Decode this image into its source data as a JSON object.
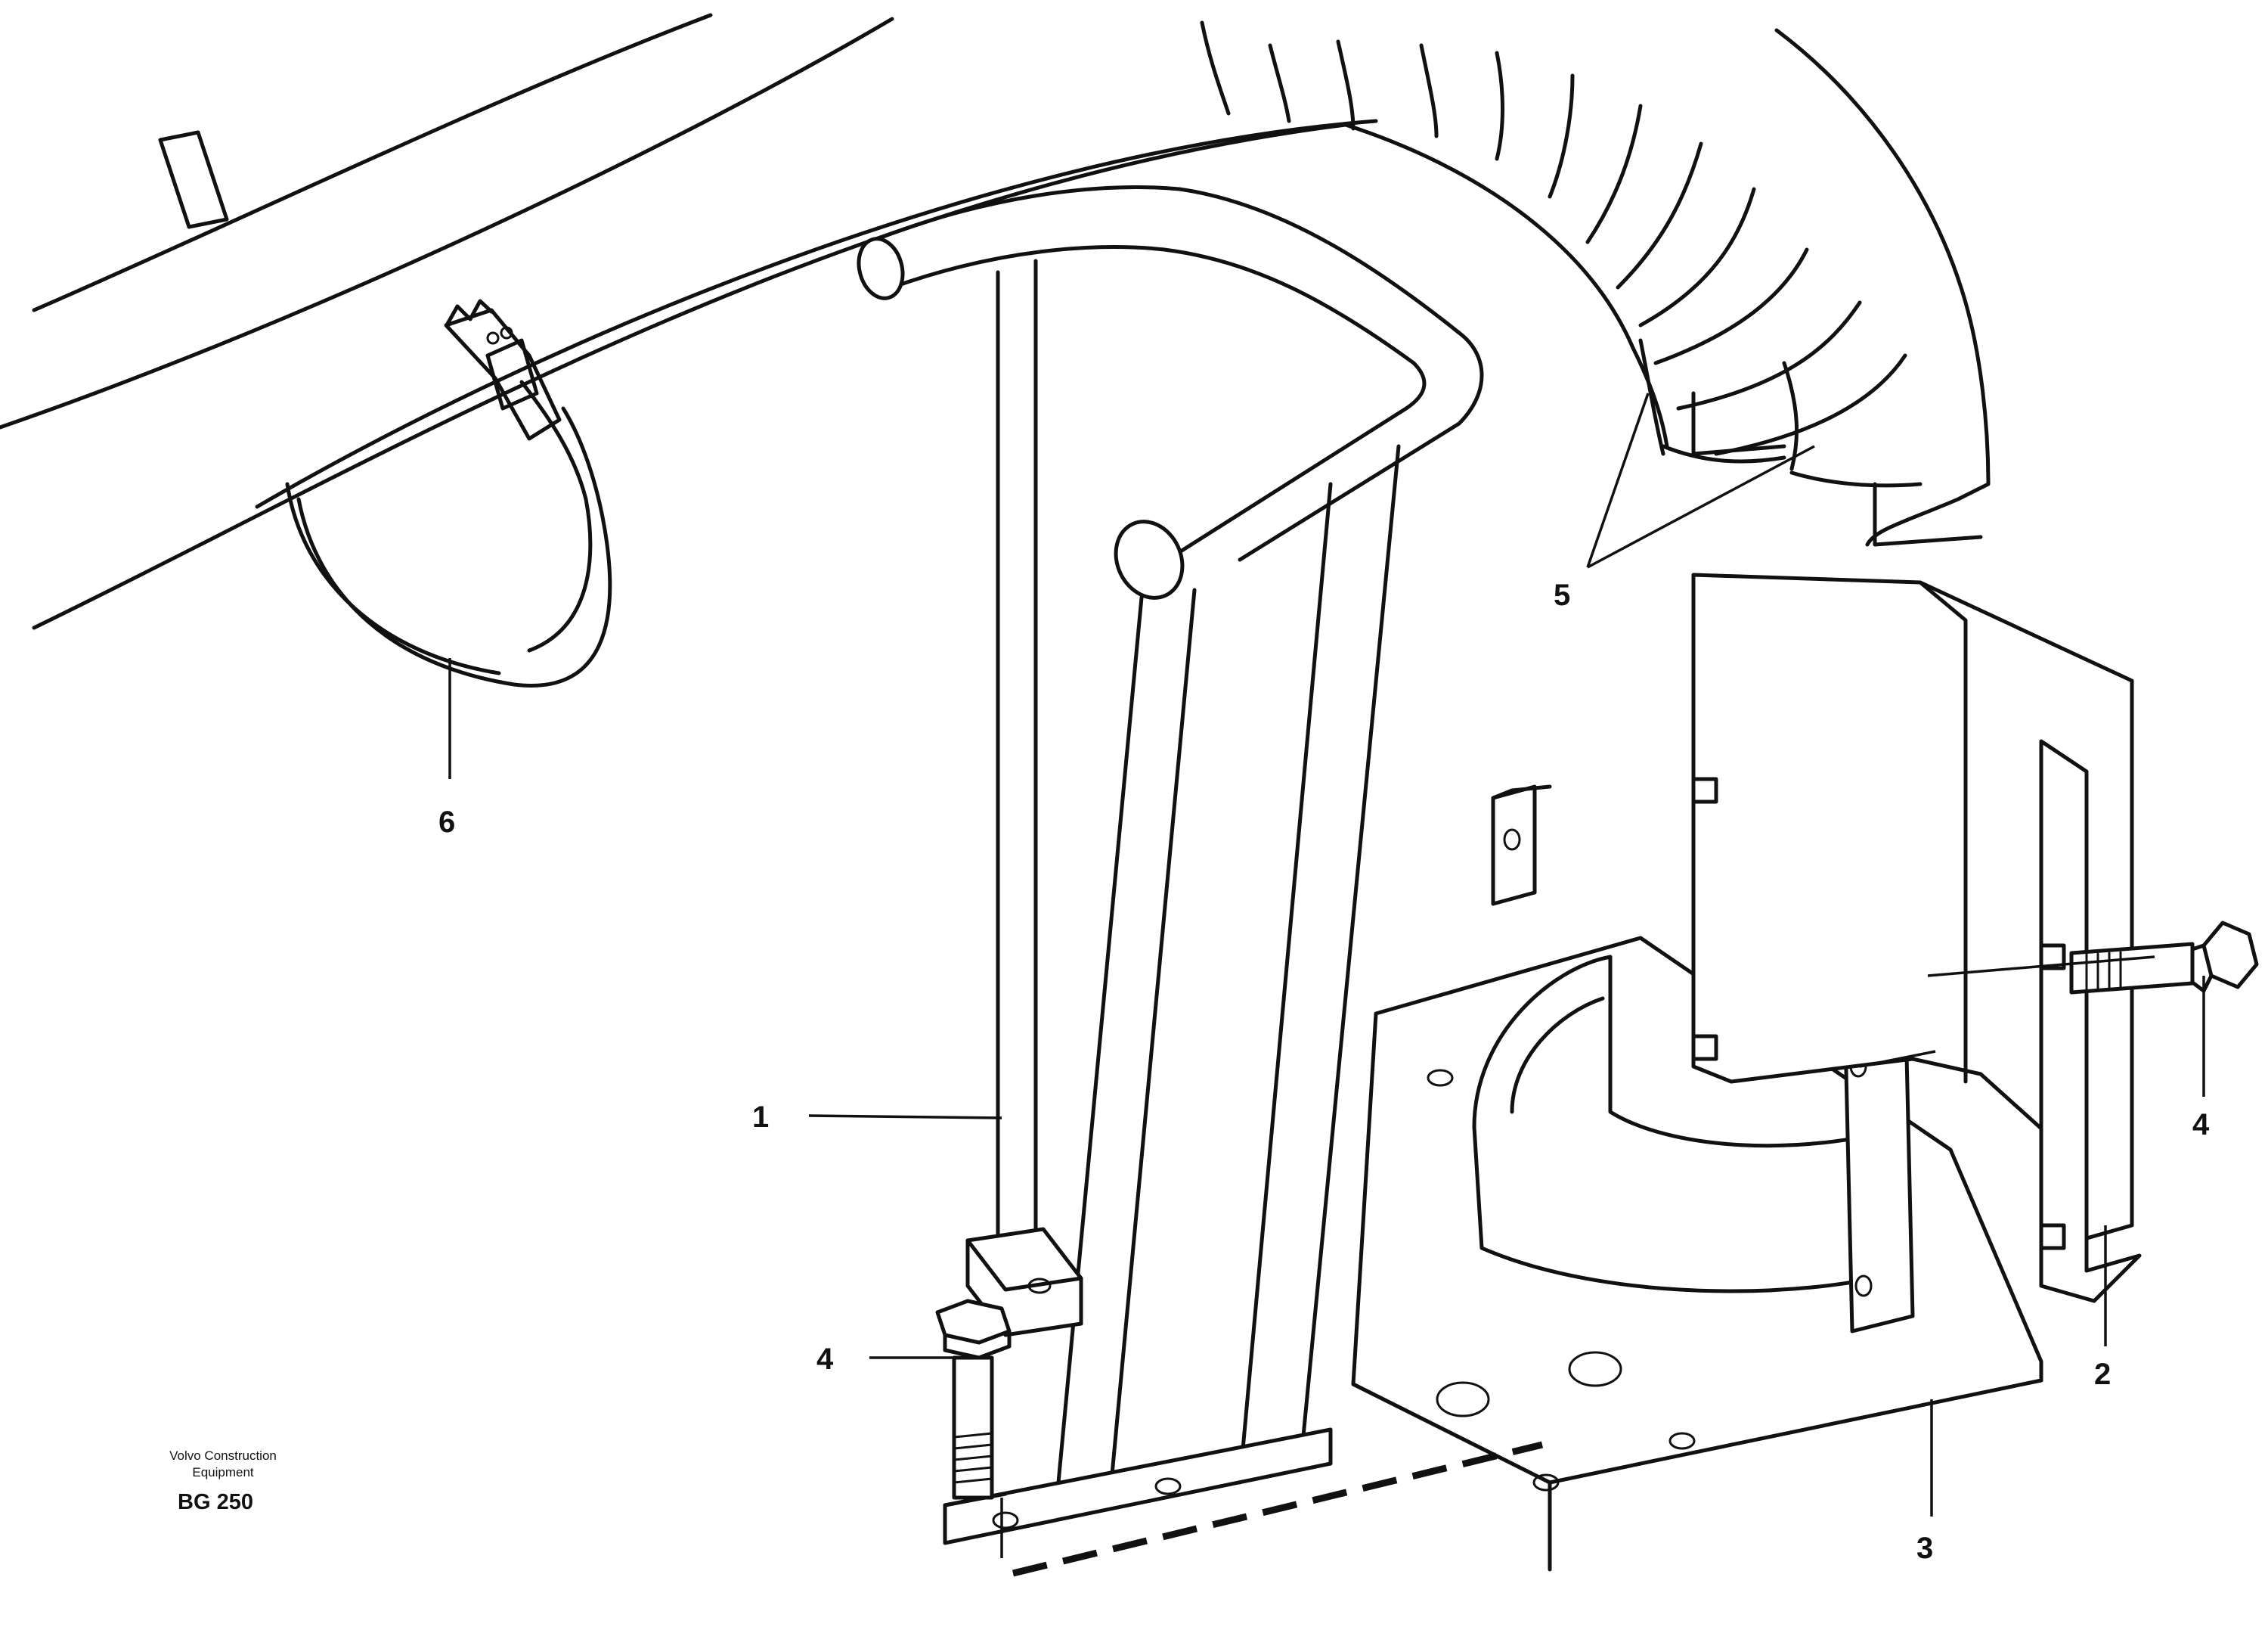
{
  "callouts": {
    "c1": "1",
    "c2": "2",
    "c3": "3",
    "c4_left": "4",
    "c4_right": "4",
    "c5": "5",
    "c6": "6"
  },
  "caption": {
    "line1": "Volvo Construction",
    "line2": "Equipment",
    "code": "BG 250"
  }
}
